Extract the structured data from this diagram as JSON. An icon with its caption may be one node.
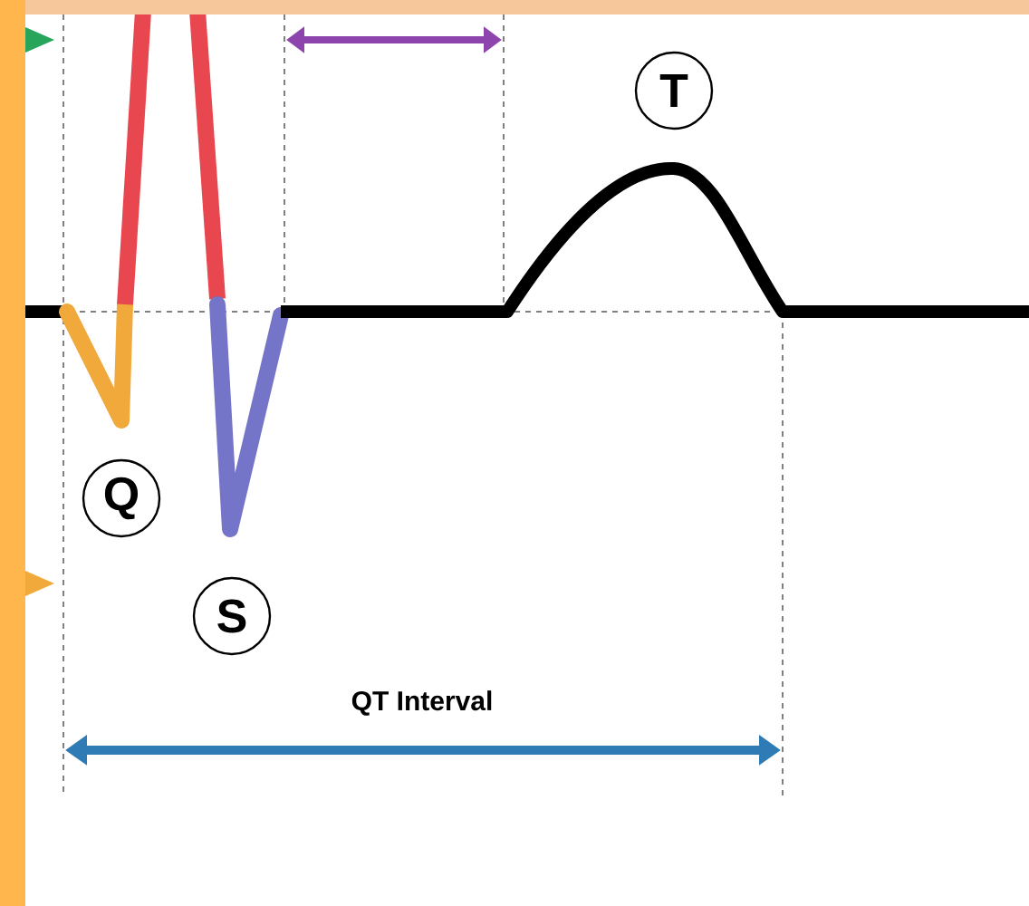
{
  "diagram": {
    "nodes": [
      {
        "text": [
          "T"
        ]
      },
      {
        "text": [
          "Q"
        ]
      },
      {
        "text": [
          "S"
        ]
      }
    ],
    "labels": [
      "QT Interval"
    ]
  }
}
